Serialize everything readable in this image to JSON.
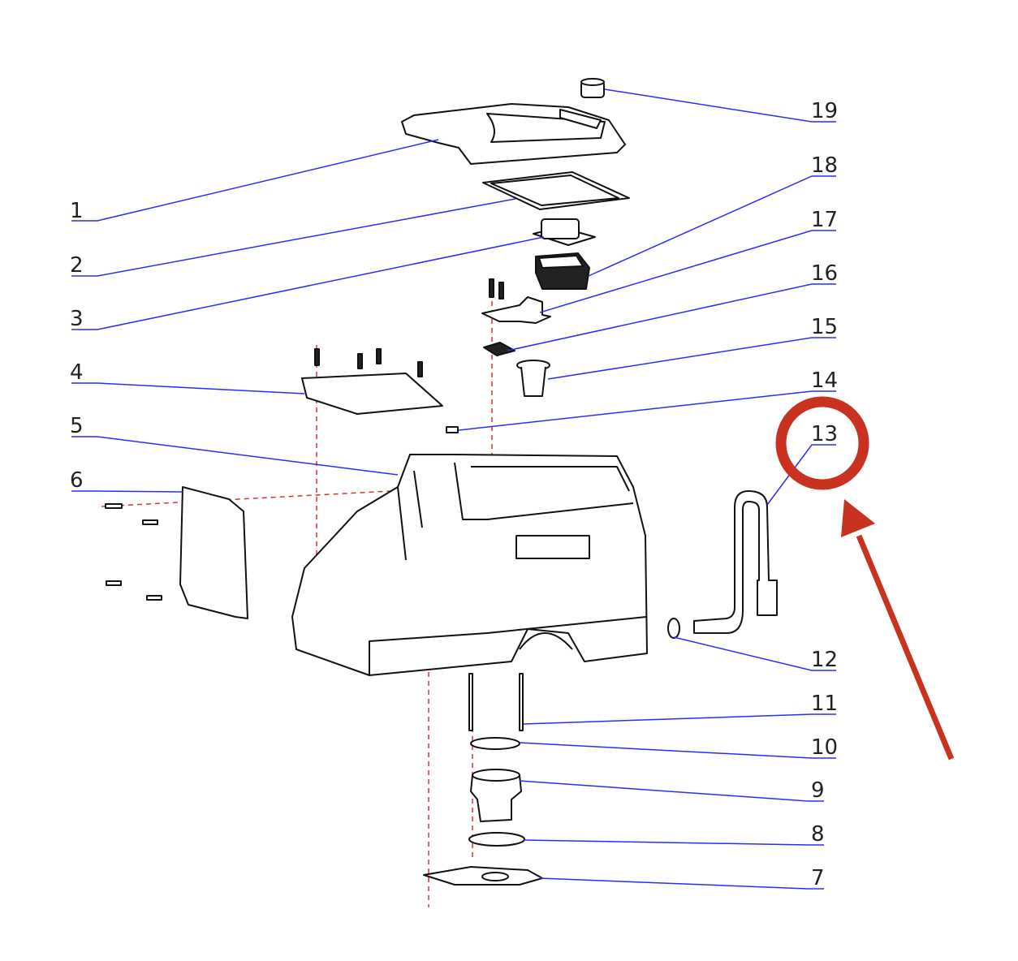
{
  "diagram": {
    "type": "exploded-parts-diagram",
    "colors": {
      "leader": "#2b2bff",
      "axis_dash": "#e03030",
      "highlight": "#c8321e",
      "outline": "#111111"
    },
    "callouts": [
      {
        "number": "1",
        "side": "left"
      },
      {
        "number": "2",
        "side": "left"
      },
      {
        "number": "3",
        "side": "left"
      },
      {
        "number": "4",
        "side": "left"
      },
      {
        "number": "5",
        "side": "left"
      },
      {
        "number": "6",
        "side": "left"
      },
      {
        "number": "19",
        "side": "right"
      },
      {
        "number": "18",
        "side": "right"
      },
      {
        "number": "17",
        "side": "right"
      },
      {
        "number": "16",
        "side": "right"
      },
      {
        "number": "15",
        "side": "right"
      },
      {
        "number": "14",
        "side": "right"
      },
      {
        "number": "13",
        "side": "right",
        "highlighted": true
      },
      {
        "number": "12",
        "side": "right"
      },
      {
        "number": "11",
        "side": "right"
      },
      {
        "number": "10",
        "side": "right"
      },
      {
        "number": "9",
        "side": "right"
      },
      {
        "number": "8",
        "side": "right"
      },
      {
        "number": "7",
        "side": "right"
      }
    ],
    "highlight": {
      "target": "13",
      "marks": [
        "circle-icon",
        "arrow-icon"
      ]
    }
  }
}
